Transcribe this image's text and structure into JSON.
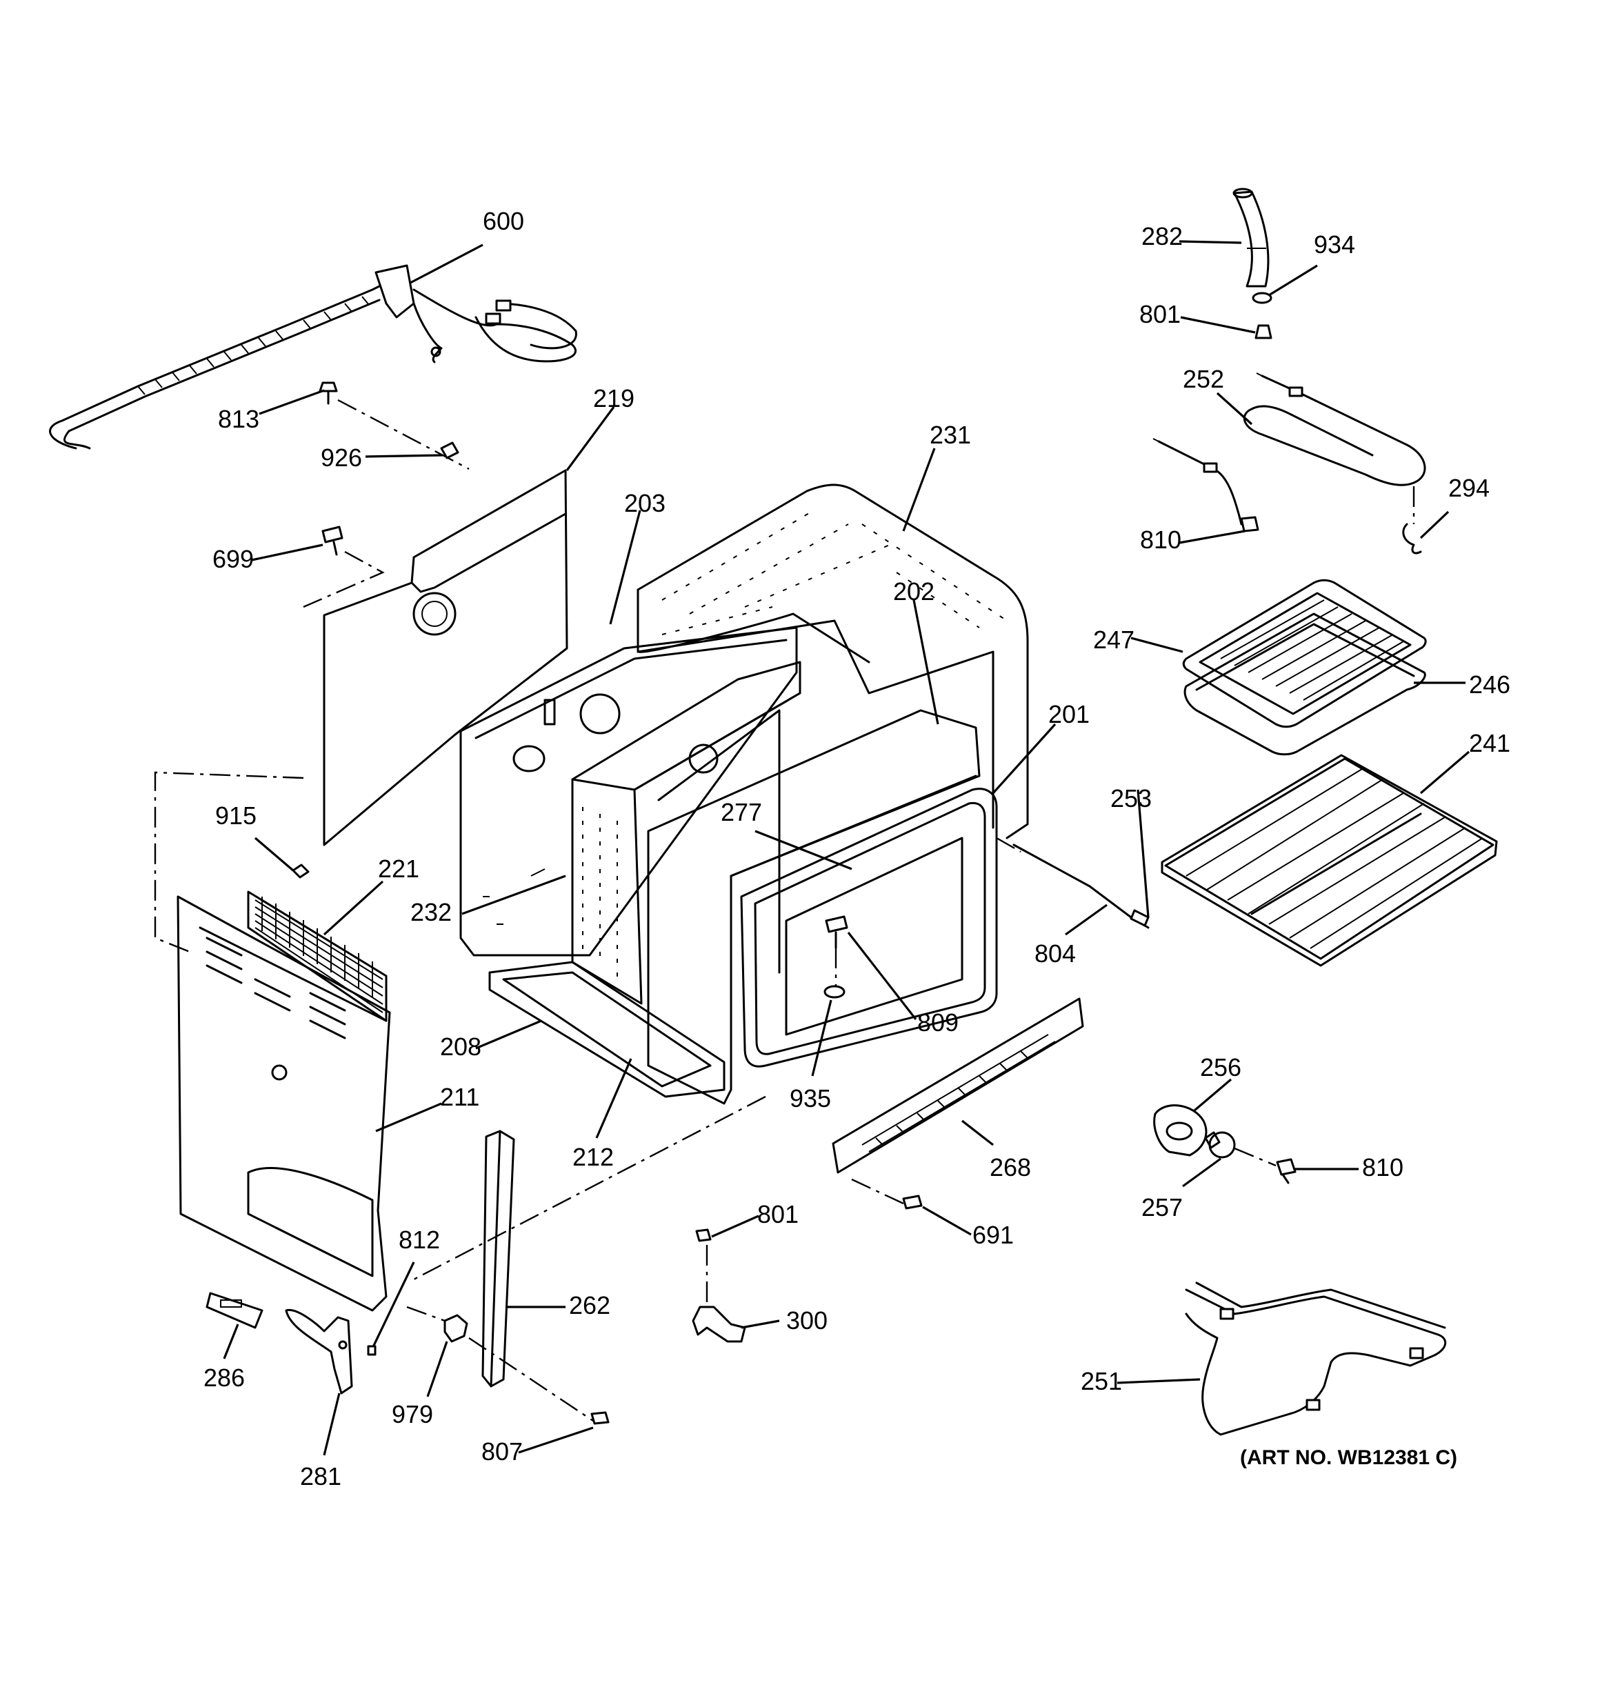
{
  "diagram": {
    "art_number": "(ART NO. WB12381 C)",
    "callouts": {
      "c600": "600",
      "c813": "813",
      "c926": "926",
      "c219": "219",
      "c203": "203",
      "c231": "231",
      "c699": "699",
      "c202": "202",
      "c201": "201",
      "c915": "915",
      "c221": "221",
      "c232": "232",
      "c277": "277",
      "c208": "208",
      "c212": "212",
      "c211": "211",
      "c809": "809",
      "c935": "935",
      "c268": "268",
      "c691": "691",
      "c812": "812",
      "c286": "286",
      "c281": "281",
      "c979": "979",
      "c262": "262",
      "c807": "807",
      "c801b": "801",
      "c300": "300",
      "c282": "282",
      "c934": "934",
      "c801a": "801",
      "c252": "252",
      "c294": "294",
      "c810a": "810",
      "c247": "247",
      "c246": "246",
      "c241": "241",
      "c253": "253",
      "c804": "804",
      "c256": "256",
      "c810b": "810",
      "c257": "257",
      "c251": "251"
    }
  }
}
